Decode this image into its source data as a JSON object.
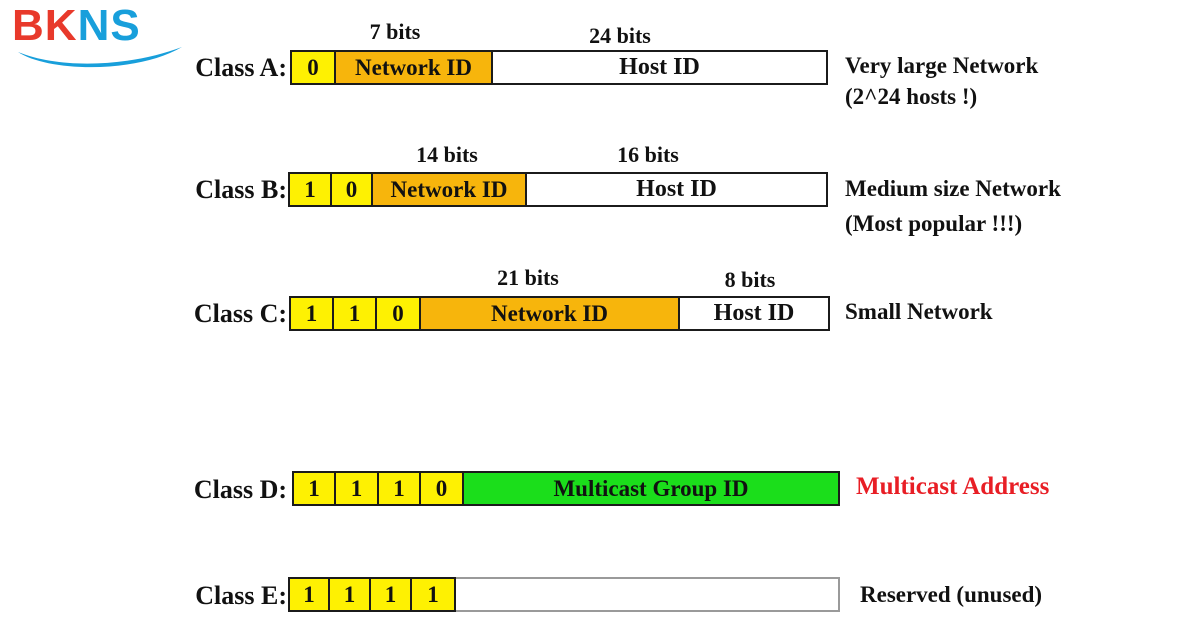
{
  "logo": {
    "part1": "BK",
    "part2": "NS"
  },
  "colors": {
    "bit_yellow": "#FEF102",
    "network_orange": "#F7B50C",
    "multicast_green": "#1BDE1B",
    "note_red": "#E81E25",
    "logo_red": "#E8392B",
    "logo_blue": "#189FDB"
  },
  "rows": [
    {
      "label": "Class A:",
      "bits": [
        "0"
      ],
      "network": "Network ID",
      "host": "Host ID",
      "bit_labels": [
        "7 bits",
        "24 bits"
      ],
      "notes": [
        "Very large Network",
        "(2^24 hosts !)"
      ]
    },
    {
      "label": "Class B:",
      "bits": [
        "1",
        "0"
      ],
      "network": "Network ID",
      "host": "Host ID",
      "bit_labels": [
        "14 bits",
        "16 bits"
      ],
      "notes": [
        "Medium size Network",
        "(Most popular !!!)"
      ]
    },
    {
      "label": "Class C:",
      "bits": [
        "1",
        "1",
        "0"
      ],
      "network": "Network ID",
      "host": "Host ID",
      "bit_labels": [
        "21 bits",
        "8 bits"
      ],
      "notes": [
        "Small Network"
      ]
    },
    {
      "label": "Class D:",
      "bits": [
        "1",
        "1",
        "1",
        "0"
      ],
      "multicast": "Multicast Group ID",
      "notes": [
        "Multicast Address"
      ]
    },
    {
      "label": "Class E:",
      "bits": [
        "1",
        "1",
        "1",
        "1"
      ],
      "notes": [
        "Reserved (unused)"
      ]
    }
  ]
}
